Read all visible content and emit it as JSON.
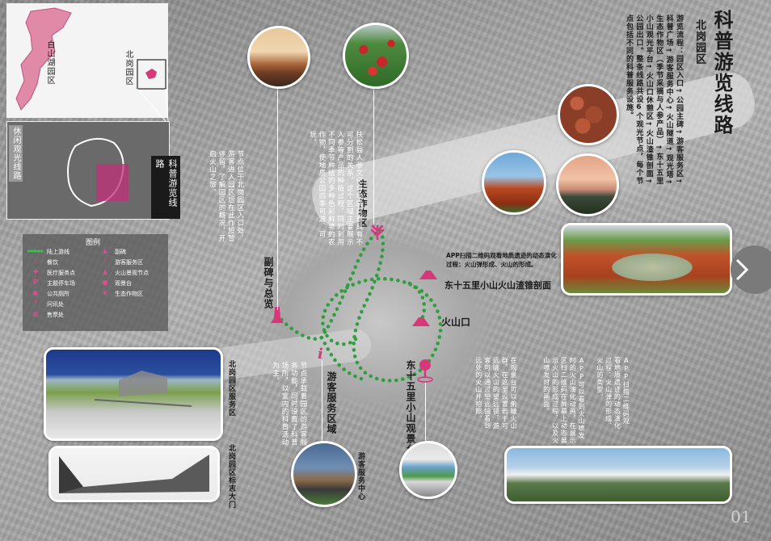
{
  "title": {
    "main": "科普游览线路",
    "sub": "北岗园区",
    "desc": "游览流程：园区入口→公园主碑→游客服务区→科普广场→游客服务中心→火山隧道→观光塔→生态作物区（季节采摘与人参产品）→东十五里小山观光平台→火山口休憩区→火山渣锥剖面→公园出口。整条线路共设6个观光节点，每个节点包括不同的科普服务设施。"
  },
  "inset": {
    "baishanhu_label": "白山湖园区",
    "beigang_label": "北岗园区",
    "route_tab_leisure": "休闲观光线路",
    "route_tab_science": "科普游览线路"
  },
  "legend": {
    "title": "图例",
    "items": [
      {
        "label": "陆上游线",
        "icon": "dotted-line-icon"
      },
      {
        "label": "餐饮",
        "icon": "restaurant-icon"
      },
      {
        "label": "医疗服务点",
        "icon": "medical-icon"
      },
      {
        "label": "主题停车场",
        "icon": "parking-icon"
      },
      {
        "label": "公共厕所",
        "icon": "toilet-icon"
      },
      {
        "label": "问讯处",
        "icon": "info-icon"
      },
      {
        "label": "售票处",
        "icon": "ticket-icon"
      },
      {
        "label": "副碑",
        "icon": "monument-icon"
      },
      {
        "label": "游客服务区",
        "icon": "visitor-icon"
      },
      {
        "label": "火山景观节点",
        "icon": "volcano-icon"
      },
      {
        "label": "观景台",
        "icon": "viewpoint-icon"
      },
      {
        "label": "生态作物区",
        "icon": "crop-icon"
      }
    ]
  },
  "nodes": {
    "monument": "副碑与总览",
    "monument_desc": "节点位于北岗园区入口处，游客进入园区后在此作短暂停留，了解园区的概况，开启火山之旅。",
    "eco_crop": "生态作物区",
    "eco_crop_desc": "扶松县人参文化与地质背景具有不可分割的关系。这个区域主要展示人参等产品的种植过程，同时利用不同季节种植的多种色彩鲜艳的农作物，使地质公园四季可游、可玩。",
    "app_desc1": "APP扫描二维码观看地质遗迹的动态演化过程：火山弹形成、火山的形成。",
    "profile": "东十五里小山火山渣锥剖面",
    "crater": "火山口",
    "viewpoint": "东十五里小山观景台",
    "viewpoint_desc": "在观景台可以俯瞰火山群，在这里设置若干可远眺火山的望远镜，游客可以通过望远镜看到远处的火山并拍照。",
    "app_desc2": "APP可以看到火山喷发时的火山演化动画，在展示区扫二维码在屏幕上动态展示火山的形成过程，以及火山喷发时的画面。",
    "app_desc3": "APP扫描二维码观看地质遗迹的动态演化过程：火山弹的形成、火山的类型。",
    "visitor_area": "游客服务区域",
    "visitor_desc": "节点承载着园区的游客服务功能，同时设置了科普场所，以室内的科普活动为主。",
    "visitor_center": "游客服务中心",
    "service_area_label": "北岗园区服务区",
    "gate_label": "北岗园区标志大门"
  },
  "page_number": "01",
  "colors": {
    "accent": "#d6387a",
    "route": "#2e9e3e",
    "text_dark": "#1c1c1c"
  }
}
